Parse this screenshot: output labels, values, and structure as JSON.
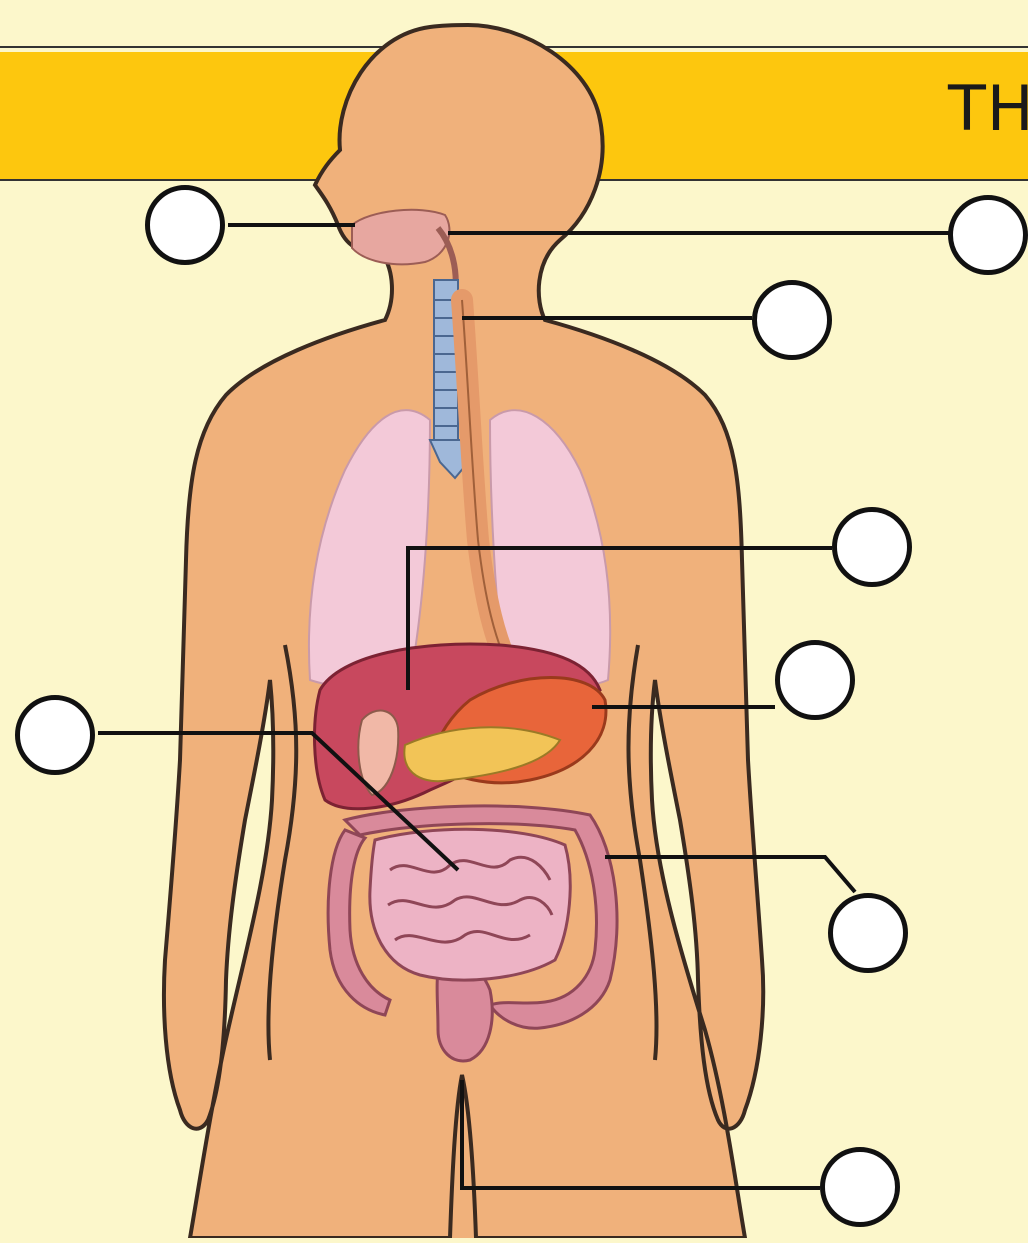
{
  "header": {
    "title": "TH",
    "band_color": "#FDC70E"
  },
  "colors": {
    "background": "#FCF7CB",
    "skin": "#F0B17B",
    "outline": "#3a2a20",
    "lungs": "#F3C9D8",
    "liver": "#C8485E",
    "stomach": "#E8653A",
    "pancreas": "#F2C457",
    "intestine": "#D98A9B",
    "trachea": "#9FB8DA"
  },
  "labels": [
    {
      "id": "mouth",
      "text": ""
    },
    {
      "id": "pharynx",
      "text": ""
    },
    {
      "id": "esophagus",
      "text": ""
    },
    {
      "id": "liver",
      "text": ""
    },
    {
      "id": "stomach",
      "text": ""
    },
    {
      "id": "gallbladder",
      "text": ""
    },
    {
      "id": "large-intestine",
      "text": ""
    },
    {
      "id": "anus",
      "text": ""
    }
  ]
}
